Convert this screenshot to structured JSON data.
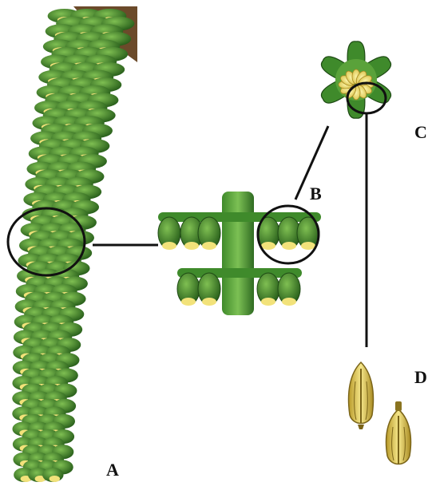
{
  "labels": {
    "a": "A",
    "b": "B",
    "c": "C",
    "d": "D"
  },
  "colors": {
    "leaf_dark": "#2f6b22",
    "leaf_mid": "#3f8a2b",
    "leaf_light": "#6db34a",
    "flower_yellow": "#f2e27a",
    "anther_yellow": "#e8d25a",
    "stem_brown": "#6b4a2a",
    "line": "#111111"
  }
}
